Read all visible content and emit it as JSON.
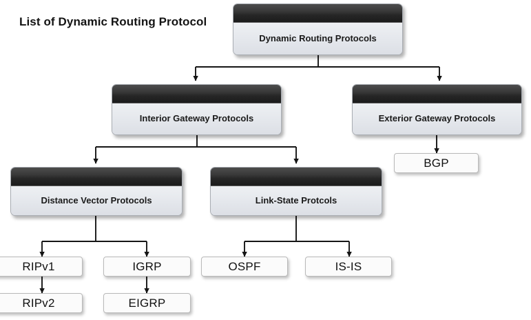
{
  "diagram": {
    "title": "List of Dynamic Routing Protocol",
    "type": "hierarchical-tree",
    "background_color": "#ffffff",
    "connector_color": "#1a1a1a",
    "panel_header_color": "#262626",
    "panel_body_color": "#e4e7ec",
    "leaf_box_color": "#fbfbfb",
    "nodes": {
      "root": {
        "label": "Dynamic Routing Protocols",
        "level": 0,
        "style": "panel"
      },
      "igp": {
        "label": "Interior Gateway Protocols",
        "level": 1,
        "style": "panel"
      },
      "egp": {
        "label": "Exterior Gateway Protocols",
        "level": 1,
        "style": "panel"
      },
      "dvp": {
        "label": "Distance Vector Protocols",
        "level": 2,
        "style": "panel"
      },
      "lsp": {
        "label": "Link-State Protcols",
        "level": 2,
        "style": "panel"
      },
      "bgp": {
        "label": "BGP",
        "level": 2,
        "style": "leaf"
      },
      "ripv1": {
        "label": "RIPv1",
        "level": 3,
        "style": "leaf"
      },
      "ripv2": {
        "label": "RIPv2",
        "level": 4,
        "style": "leaf"
      },
      "igrp": {
        "label": "IGRP",
        "level": 3,
        "style": "leaf"
      },
      "eigrp": {
        "label": "EIGRP",
        "level": 4,
        "style": "leaf"
      },
      "ospf": {
        "label": "OSPF",
        "level": 3,
        "style": "leaf"
      },
      "isis": {
        "label": "IS-IS",
        "level": 3,
        "style": "leaf"
      }
    },
    "edges": [
      {
        "from": "root",
        "to": "igp"
      },
      {
        "from": "root",
        "to": "egp"
      },
      {
        "from": "igp",
        "to": "dvp"
      },
      {
        "from": "igp",
        "to": "lsp"
      },
      {
        "from": "egp",
        "to": "bgp"
      },
      {
        "from": "dvp",
        "to": "ripv1"
      },
      {
        "from": "dvp",
        "to": "igrp"
      },
      {
        "from": "ripv1",
        "to": "ripv2"
      },
      {
        "from": "igrp",
        "to": "eigrp"
      },
      {
        "from": "lsp",
        "to": "ospf"
      },
      {
        "from": "lsp",
        "to": "isis"
      }
    ]
  }
}
